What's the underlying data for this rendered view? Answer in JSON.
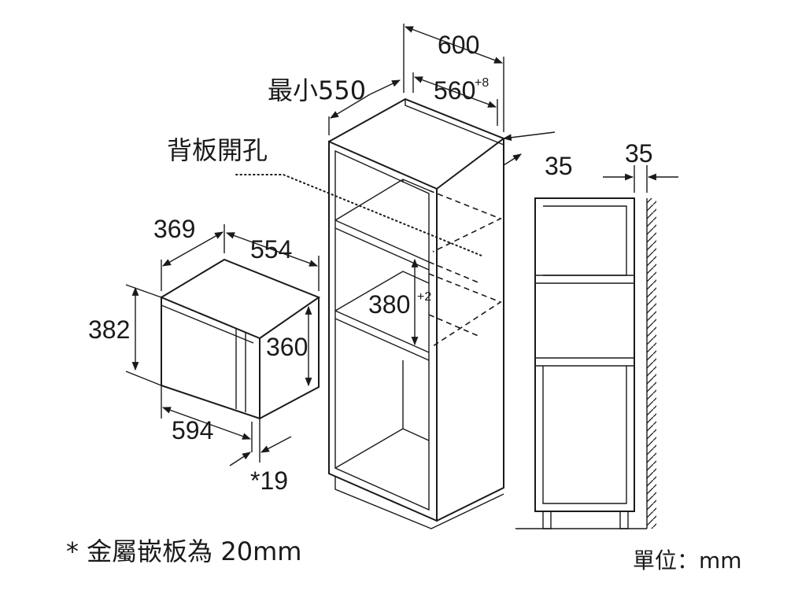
{
  "labels": {
    "back_opening": "背板開孔",
    "min_550": "最小550",
    "d600": "600",
    "d560": "560",
    "d560_tol": "+8",
    "d35_depth": "35",
    "d35_side": "35",
    "d369": "369",
    "d554": "554",
    "d382": "382",
    "d360": "360",
    "d380": "380",
    "d380_tol": "+2",
    "d594": "594",
    "d19": "*19",
    "footnote": "* 金屬嵌板為 20mm",
    "unit": "單位：mm"
  }
}
